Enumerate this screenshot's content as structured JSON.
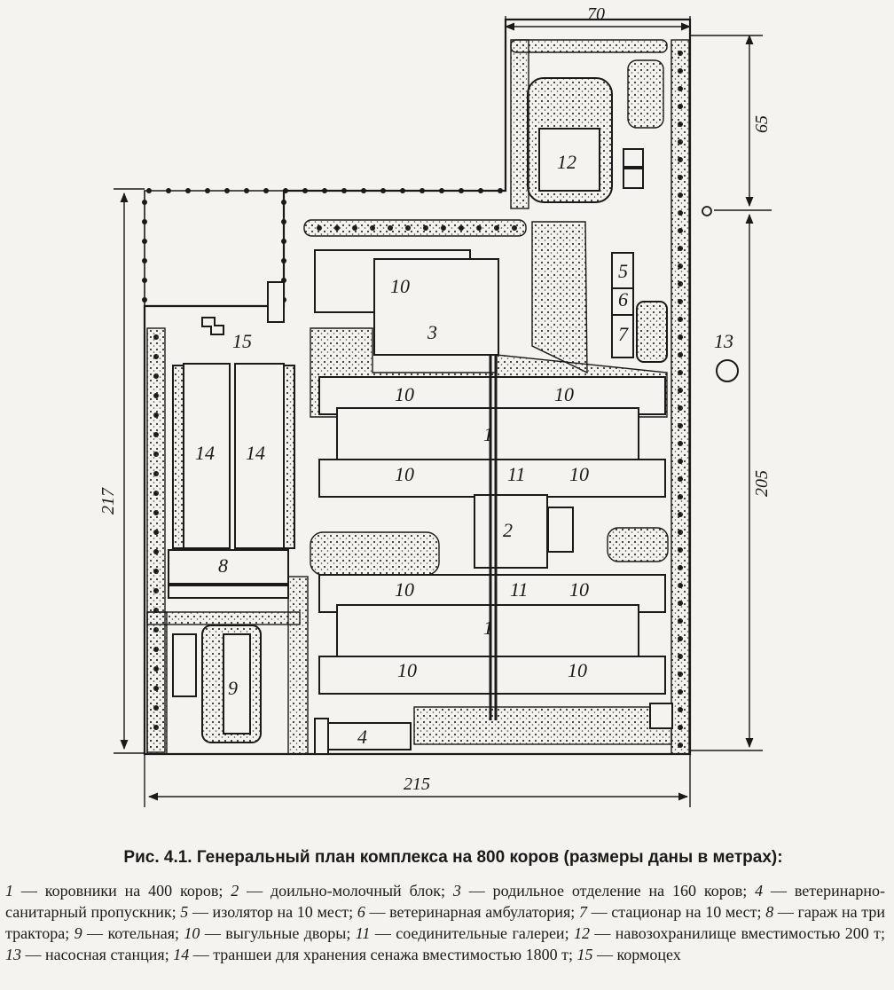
{
  "figure": {
    "labels": {
      "cowshed": "1",
      "milking": "2",
      "maternity": "3",
      "veterinary": "4",
      "isolator": "5",
      "ambulance": "6",
      "hospital": "7",
      "garage": "8",
      "boiler": "9",
      "yard": "10",
      "gallery": "11",
      "manure": "12",
      "pump": "13",
      "trench": "14",
      "feed": "15"
    },
    "dimensions": {
      "top_width": "70",
      "top_height": "65",
      "left_height": "217",
      "right_height": "205",
      "bottom_width": "215"
    }
  },
  "caption": "Рис. 4.1. Генеральный план комплекса на 800 коров (размеры даны в метрах):",
  "legend": [
    {
      "n": "1",
      "text": "коровники на 400 коров; "
    },
    {
      "n": "2",
      "text": "доильно-молочный блок; "
    },
    {
      "n": "3",
      "text": "родильное отделение на 160 коров; "
    },
    {
      "n": "4",
      "text": "ветеринарно-санитарный пропускник; "
    },
    {
      "n": "5",
      "text": "изолятор на 10 мест; "
    },
    {
      "n": "6",
      "text": "ветеринарная амбулатория; "
    },
    {
      "n": "7",
      "text": "стационар на 10 мест; "
    },
    {
      "n": "8",
      "text": "гараж на три трактора; "
    },
    {
      "n": "9",
      "text": "котельная; "
    },
    {
      "n": "10",
      "text": "выгульные дворы; "
    },
    {
      "n": "11",
      "text": "соединительные галереи; "
    },
    {
      "n": "12",
      "text": "навозохранилище вместимостью 200 т; "
    },
    {
      "n": "13",
      "text": "насосная станция; "
    },
    {
      "n": "14",
      "text": "траншеи для хранения сенажа вместимостью 1800 т; "
    },
    {
      "n": "15",
      "text": "кормоцех"
    }
  ]
}
